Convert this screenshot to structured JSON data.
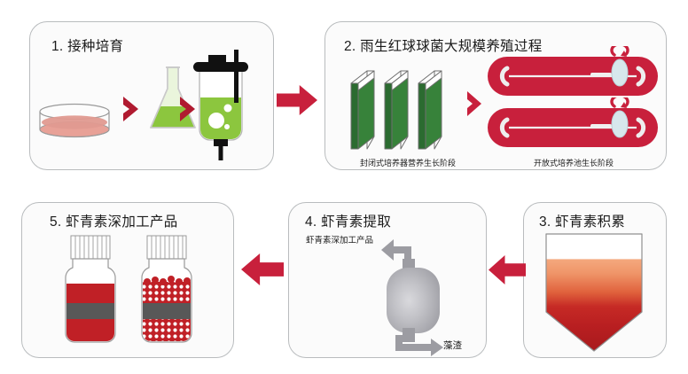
{
  "diagram": {
    "title": "Haematococcus pluvialis astaxanthin production flow",
    "accent_red": "#c8203c",
    "panel_border": "#b9bcbe",
    "panel_bg": "#fbfbfb"
  },
  "panels": [
    {
      "id": "panel-1",
      "number": "1.",
      "title": "1. 接种培育",
      "icons": [
        "petri-dish-icon",
        "erlenmeyer-flask-icon",
        "fermenter-icon"
      ]
    },
    {
      "id": "panel-2",
      "number": "2.",
      "title": "2. 雨生红球球菌大规模养殖过程",
      "captions": [
        "封闭式培养器营养生长阶段",
        "开放式培养池生长阶段"
      ],
      "icons": [
        "flat-panel-photobioreactor-icon",
        "raceway-pond-icon",
        "paddlewheel-icon"
      ]
    },
    {
      "id": "panel-3",
      "number": "3.",
      "title": "3. 虾青素积累",
      "icons": [
        "accumulation-tank-icon"
      ]
    },
    {
      "id": "panel-4",
      "number": "4.",
      "title": "4. 虾青素提取",
      "labels": {
        "outlet_top": "虾青素深加工产品",
        "outlet_bottom": "藻渣"
      },
      "icons": [
        "extraction-vessel-icon",
        "pipe-arrow-up-icon",
        "pipe-arrow-down-icon"
      ]
    },
    {
      "id": "panel-5",
      "number": "5.",
      "title": "5. 虾青素深加工产品",
      "icons": [
        "liquid-bottle-icon",
        "capsule-bottle-icon"
      ]
    }
  ],
  "connectors": [
    {
      "name": "arrow-panel1-to-panel2",
      "direction": "right",
      "color": "#c8203c"
    },
    {
      "name": "arrow-panel4-to-panel5",
      "direction": "left",
      "color": "#c8203c"
    },
    {
      "name": "arrow-panel3-to-panel4",
      "direction": "left",
      "color": "#c8203c"
    }
  ],
  "inline_chevrons": [
    {
      "name": "chevron-petri-to-flask",
      "color": "#b01a30"
    },
    {
      "name": "chevron-flask-to-fermenter",
      "color": "#b01a30"
    },
    {
      "name": "chevron-pbr-to-pond",
      "color": "#c8203c"
    }
  ]
}
